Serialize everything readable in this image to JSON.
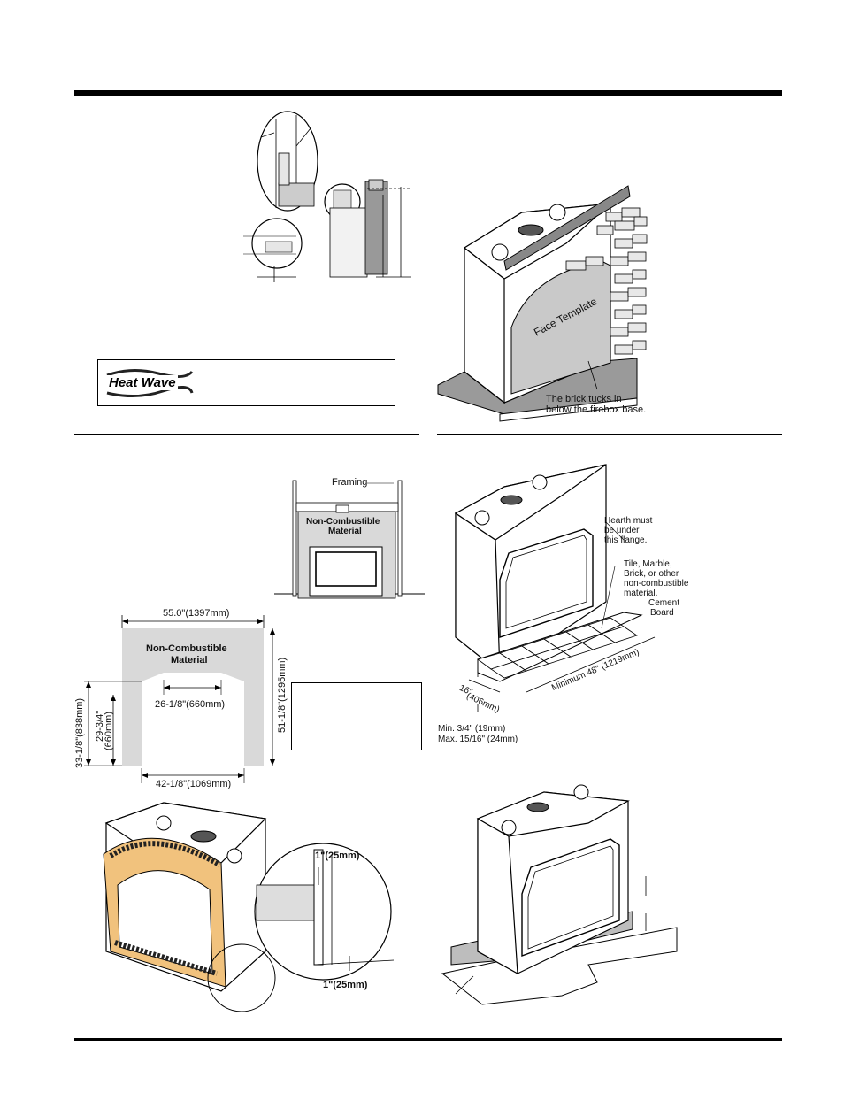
{
  "logo": {
    "text": "Heat Wave"
  },
  "figure_face_template": {
    "template_label": "Face Template",
    "callout": "The brick tucks in below the firebox base.",
    "callout_line1": "The brick tucks in",
    "callout_line2": "below the firebox base."
  },
  "figure_framing": {
    "framing_label": "Framing",
    "material_line1": "Non-Combustible",
    "material_line2": "Material"
  },
  "figure_dimensions": {
    "material_line1": "Non-Combustible",
    "material_line2": "Material",
    "width_top": "55.0\"(1397mm)",
    "width_opening": "26-1/8\"(660mm)",
    "width_bottom": "42-1/8\"(1069mm)",
    "height_right": "51-1/8\"(1295mm)",
    "height_left_outer": "33-1/8\"(838mm)",
    "height_left_inner_a": "29-3/4\"",
    "height_left_inner_b": "(660mm)"
  },
  "figure_hearth": {
    "hearth_note_1": "Hearth must",
    "hearth_note_2": "be under",
    "hearth_note_3": "this flange.",
    "tile_note_1": "Tile, Marble,",
    "tile_note_2": "Brick, or other",
    "tile_note_3": "non-combustible",
    "tile_note_4": "material.",
    "cement_1": "Cement",
    "cement_2": "Board",
    "depth_a": "16\"",
    "depth_b": "(406mm)",
    "min_length": "Minimum 48\" (1219mm)",
    "thick_min": "Min. 3/4\" (19mm)",
    "thick_max": "Max. 15/16\" (24mm)"
  },
  "figure_clearance": {
    "top_clearance": "1\"(25mm)",
    "bottom_clearance": "1\"(25mm)"
  },
  "colors": {
    "rule": "#000000",
    "panel_gray": "#d9d9d9",
    "template_gray": "#c9c9c9",
    "surround_orange": "#f1c27d",
    "brick": "#e8e8e8"
  }
}
